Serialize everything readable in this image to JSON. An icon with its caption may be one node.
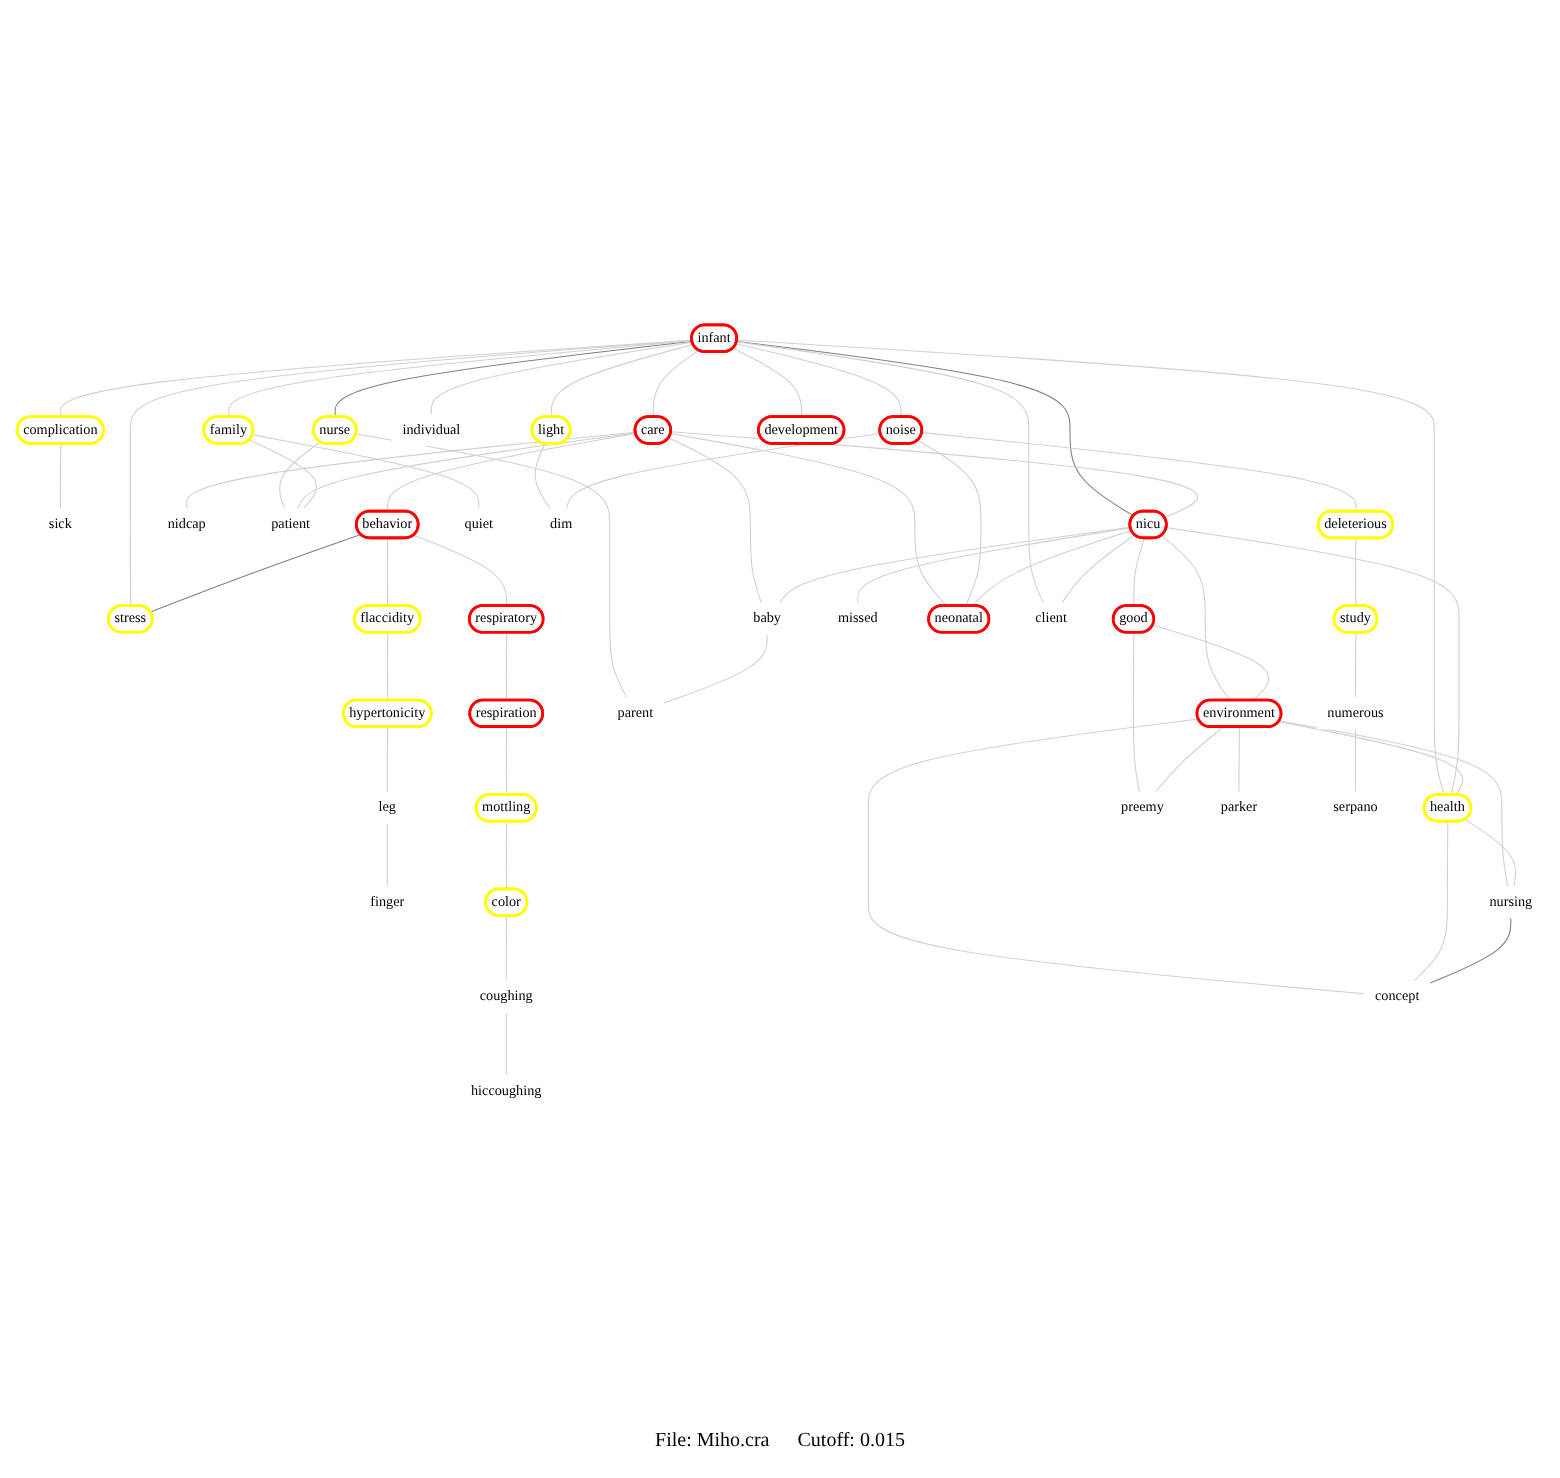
{
  "diagram": {
    "nodes": [
      {
        "text": [
          "infant"
        ]
      },
      {
        "text": [
          "complication"
        ]
      },
      {
        "text": [
          "nurse"
        ]
      },
      {
        "text": [
          "care"
        ]
      },
      {
        "text": [
          "family"
        ]
      },
      {
        "text": [
          "individual"
        ]
      },
      {
        "text": [
          "light"
        ]
      },
      {
        "text": [
          "noise"
        ]
      },
      {
        "text": [
          "development"
        ]
      },
      {
        "text": [
          "sick"
        ]
      },
      {
        "text": [
          "behavior"
        ]
      },
      {
        "text": [
          "nidcap"
        ]
      },
      {
        "text": [
          "patient"
        ]
      },
      {
        "text": [
          "nicu"
        ]
      },
      {
        "text": [
          "quiet"
        ]
      },
      {
        "text": [
          "dim"
        ]
      },
      {
        "text": [
          "deleterious"
        ]
      },
      {
        "text": [
          "stress"
        ]
      },
      {
        "text": [
          "respiratory"
        ]
      },
      {
        "text": [
          "flaccidity"
        ]
      },
      {
        "text": [
          "baby"
        ]
      },
      {
        "text": [
          "good"
        ]
      },
      {
        "text": [
          "missed"
        ]
      },
      {
        "text": [
          "neonatal"
        ]
      },
      {
        "text": [
          "client"
        ]
      },
      {
        "text": [
          "study"
        ]
      },
      {
        "text": [
          "respiration"
        ]
      },
      {
        "text": [
          "hypertonicity"
        ]
      },
      {
        "text": [
          "parent"
        ]
      },
      {
        "text": [
          "environment"
        ]
      },
      {
        "text": [
          "numerous"
        ]
      },
      {
        "text": [
          "mottling"
        ]
      },
      {
        "text": [
          "leg"
        ]
      },
      {
        "text": [
          "health"
        ]
      },
      {
        "text": [
          "preemy"
        ]
      },
      {
        "text": [
          "parker"
        ]
      },
      {
        "text": [
          "serpano"
        ]
      },
      {
        "text": [
          "finger"
        ]
      },
      {
        "text": [
          "nursing"
        ]
      },
      {
        "text": [
          "color"
        ]
      },
      {
        "text": [
          "coughing"
        ]
      },
      {
        "text": [
          "hiccoughing"
        ]
      },
      {
        "text": [
          "concept"
        ]
      }
    ],
    "edges": [
      {
        "from": 0,
        "to": 1,
        "arrow": "none"
      },
      {
        "from": 0,
        "to": 2,
        "arrow": "none",
        "color": "#808080"
      },
      {
        "from": 0,
        "to": 3,
        "arrow": "none"
      },
      {
        "from": 0,
        "to": 4,
        "arrow": "none"
      },
      {
        "from": 0,
        "to": 5,
        "arrow": "none"
      },
      {
        "from": 0,
        "to": 6,
        "arrow": "none"
      },
      {
        "from": 0,
        "to": 7,
        "arrow": "none"
      },
      {
        "from": 0,
        "to": 8,
        "arrow": "none"
      },
      {
        "from": 0,
        "to": 13,
        "arrow": "none",
        "color": "#808080"
      },
      {
        "from": 0,
        "to": 17,
        "arrow": "none"
      },
      {
        "from": 0,
        "to": 33,
        "arrow": "none"
      },
      {
        "from": 0,
        "to": 24,
        "arrow": "none"
      },
      {
        "from": 1,
        "to": 9,
        "arrow": "none"
      },
      {
        "from": 2,
        "to": 12,
        "arrow": "none"
      },
      {
        "from": 2,
        "to": 28,
        "arrow": "none"
      },
      {
        "from": 3,
        "to": 10,
        "arrow": "none"
      },
      {
        "from": 3,
        "to": 11,
        "arrow": "none"
      },
      {
        "from": 3,
        "to": 12,
        "arrow": "none"
      },
      {
        "from": 3,
        "to": 13,
        "arrow": "none"
      },
      {
        "from": 3,
        "to": 20,
        "arrow": "none"
      },
      {
        "from": 3,
        "to": 23,
        "arrow": "none"
      },
      {
        "from": 4,
        "to": 12,
        "arrow": "none"
      },
      {
        "from": 4,
        "to": 14,
        "arrow": "none"
      },
      {
        "from": 6,
        "to": 15,
        "arrow": "none"
      },
      {
        "from": 7,
        "to": 15,
        "arrow": "none"
      },
      {
        "from": 7,
        "to": 23,
        "arrow": "none"
      },
      {
        "from": 7,
        "to": 16,
        "arrow": "none"
      },
      {
        "from": 10,
        "to": 17,
        "arrow": "none",
        "color": "#808080"
      },
      {
        "from": 10,
        "to": 18,
        "arrow": "none"
      },
      {
        "from": 10,
        "to": 19,
        "arrow": "none"
      },
      {
        "from": 13,
        "to": 20,
        "arrow": "none"
      },
      {
        "from": 13,
        "to": 21,
        "arrow": "none"
      },
      {
        "from": 13,
        "to": 22,
        "arrow": "none"
      },
      {
        "from": 13,
        "to": 23,
        "arrow": "none"
      },
      {
        "from": 13,
        "to": 24,
        "arrow": "none"
      },
      {
        "from": 13,
        "to": 29,
        "arrow": "none"
      },
      {
        "from": 13,
        "to": 33,
        "arrow": "none"
      },
      {
        "from": 16,
        "to": 25,
        "arrow": "none"
      },
      {
        "from": 25,
        "to": 30,
        "arrow": "none"
      },
      {
        "from": 30,
        "to": 36,
        "arrow": "none"
      },
      {
        "from": 18,
        "to": 26,
        "arrow": "none"
      },
      {
        "from": 19,
        "to": 27,
        "arrow": "none"
      },
      {
        "from": 20,
        "to": 28,
        "arrow": "none"
      },
      {
        "from": 21,
        "to": 34,
        "arrow": "none"
      },
      {
        "from": 21,
        "to": 29,
        "arrow": "none"
      },
      {
        "from": 26,
        "to": 31,
        "arrow": "none"
      },
      {
        "from": 27,
        "to": 32,
        "arrow": "none"
      },
      {
        "from": 29,
        "to": 33,
        "arrow": "none"
      },
      {
        "from": 29,
        "to": 34,
        "arrow": "none"
      },
      {
        "from": 29,
        "to": 35,
        "arrow": "none"
      },
      {
        "from": 29,
        "to": 38,
        "arrow": "none"
      },
      {
        "from": 29,
        "to": 42,
        "arrow": "none"
      },
      {
        "from": 31,
        "to": 39,
        "arrow": "none"
      },
      {
        "from": 32,
        "to": 37,
        "arrow": "none"
      },
      {
        "from": 33,
        "to": 38,
        "arrow": "none"
      },
      {
        "from": 33,
        "to": 42,
        "arrow": "none"
      },
      {
        "from": 39,
        "to": 40,
        "arrow": "none"
      },
      {
        "from": 40,
        "to": 41,
        "arrow": "none"
      },
      {
        "from": 38,
        "to": 42,
        "arrow": "none",
        "color": "#808080"
      }
    ],
    "labels": [
      "File: Miho.cra",
      "Cutoff: 0.015"
    ]
  }
}
